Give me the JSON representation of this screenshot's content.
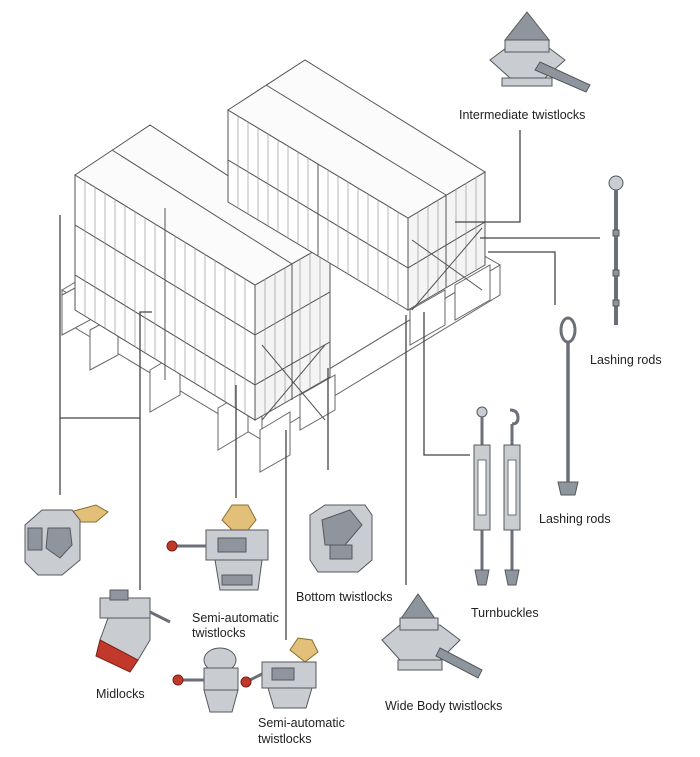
{
  "labels": {
    "intermediate_twistlocks": "Intermediate twistlocks",
    "lashing_rods_1": "Lashing rods",
    "lashing_rods_2": "Lashing rods",
    "turnbuckles": "Turnbuckles",
    "bottom_twistlocks": "Bottom twistlocks",
    "semi_auto_1_line1": "Semi-automatic",
    "semi_auto_1_line2": "twistlocks",
    "semi_auto_2_line1": "Semi-automatic",
    "semi_auto_2_line2": "twistlocks",
    "midlocks": "Midlocks",
    "wide_body_twistlocks": "Wide Body twistlocks"
  },
  "colors": {
    "line": "#444444",
    "container_stroke": "#555555",
    "metal": "#c9cdd2",
    "brass": "#e2c07a",
    "red": "#c0392b"
  }
}
